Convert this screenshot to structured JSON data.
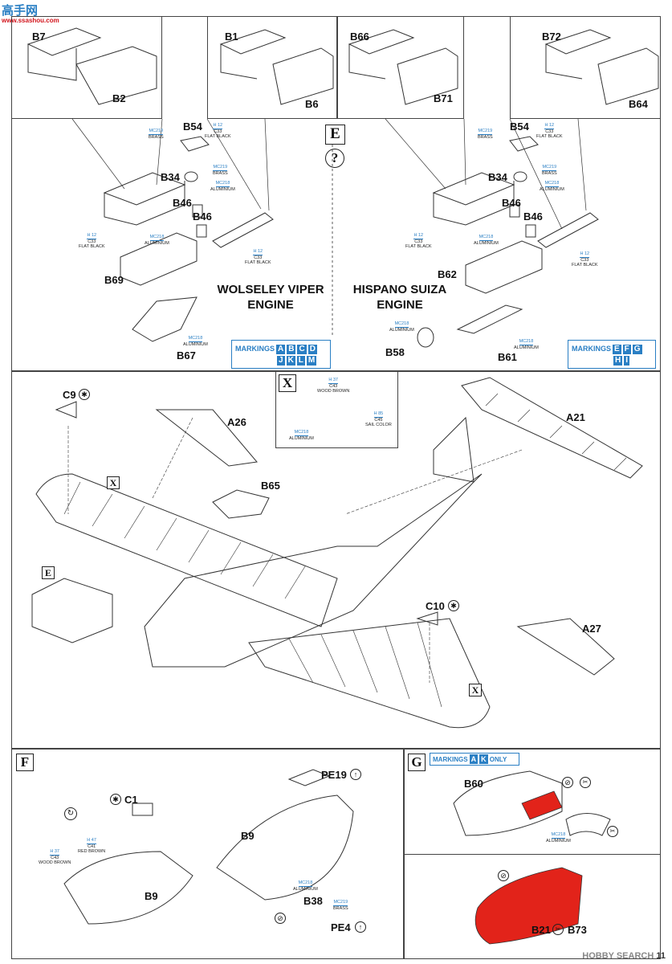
{
  "watermark": {
    "site": "高手网",
    "url": "www.ssashou.com",
    "footer": "HOBBY SEARCH",
    "page_number": "11"
  },
  "engines": {
    "left_title": "WOLSELEY VIPER\nENGINE",
    "right_title": "HISPANO SUIZA\nENGINE",
    "step_e": "E",
    "left_parts": [
      "B7",
      "B2",
      "B1",
      "B6",
      "B54",
      "B34",
      "B46",
      "B46",
      "B69",
      "B67"
    ],
    "right_parts": [
      "B66",
      "B71",
      "B72",
      "B64",
      "B54",
      "B34",
      "B46",
      "B46",
      "B62",
      "B58",
      "B61"
    ],
    "markings_left_label": "MARKINGS",
    "markings_left": [
      "A",
      "B",
      "C",
      "D",
      "J",
      "K",
      "L",
      "M"
    ],
    "markings_right_label": "MARKINGS",
    "markings_right": [
      "E",
      "F",
      "G",
      "H",
      "I"
    ]
  },
  "paints": {
    "brass": {
      "code": "MC219",
      "name": "BRASS"
    },
    "flat_black": {
      "code": "H 12",
      "c": "C33",
      "name": "FLAT BLACK"
    },
    "aluminium": {
      "code": "MC218",
      "name": "ALUMINIUM"
    },
    "wood_brown": {
      "code": "H 37",
      "c": "C43",
      "name": "WOOD BROWN"
    },
    "sail_color": {
      "code": "H 85",
      "c": "C45",
      "name": "SAIL COLOR"
    },
    "red_brown": {
      "code": "H 47",
      "c": "C41",
      "name": "RED BROWN"
    }
  },
  "main": {
    "step_x": "X",
    "parts": [
      "C9",
      "A26",
      "B65",
      "A21",
      "C10",
      "A27"
    ],
    "x_marks": [
      "X",
      "X"
    ],
    "step_e_ref": "E"
  },
  "panel_f": {
    "step": "F",
    "parts": [
      "C1",
      "B9",
      "PE19",
      "B9",
      "B38",
      "PE4"
    ]
  },
  "panel_g": {
    "step": "G",
    "markings_label": "MARKINGS",
    "markings": [
      "A",
      "K"
    ],
    "only": "ONLY",
    "parts": [
      "B60",
      "B21",
      "B73"
    ],
    "red": "#e2231a"
  }
}
